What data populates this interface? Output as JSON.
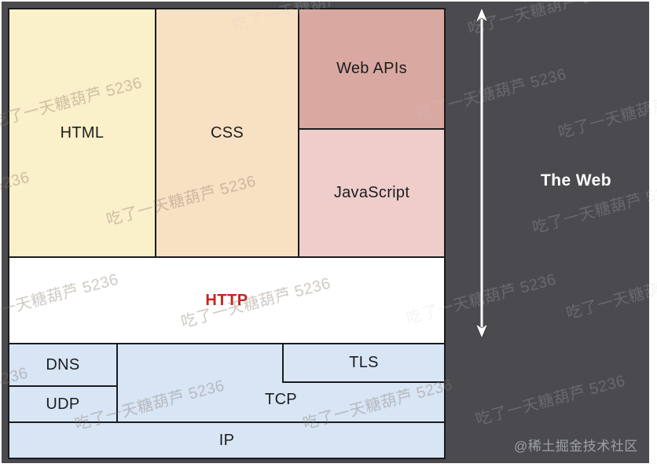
{
  "diagram": {
    "side_label": "The Web",
    "boxes": {
      "html": "HTML",
      "css": "CSS",
      "webapis": "Web APIs",
      "js": "JavaScript",
      "http": "HTTP",
      "dns": "DNS",
      "udp": "UDP",
      "tcp": "TCP",
      "tls": "TLS",
      "ip": "IP"
    }
  },
  "watermark": {
    "text": "吃了一天糖葫芦 5236"
  },
  "credit": {
    "label": "@稀土掘金技术社区"
  },
  "colors": {
    "panel-bg": "#4B4B4F",
    "html-bg": "#FAF0C9",
    "css-bg": "#F8E1C3",
    "webapis-bg": "#D9A8A0",
    "js-bg": "#EFCDCB",
    "http-bg": "#FFFFFF",
    "http-text": "#C5231D",
    "protocol-bg": "#D7E5F5",
    "box-border": "#1B1B1D",
    "side-label": "#FFFFFF",
    "credit": "#9EA0A4",
    "wm-light": "#8A786C66",
    "wm-dark": "#CDCDD43A",
    "arrow": "#FFFFFF"
  }
}
